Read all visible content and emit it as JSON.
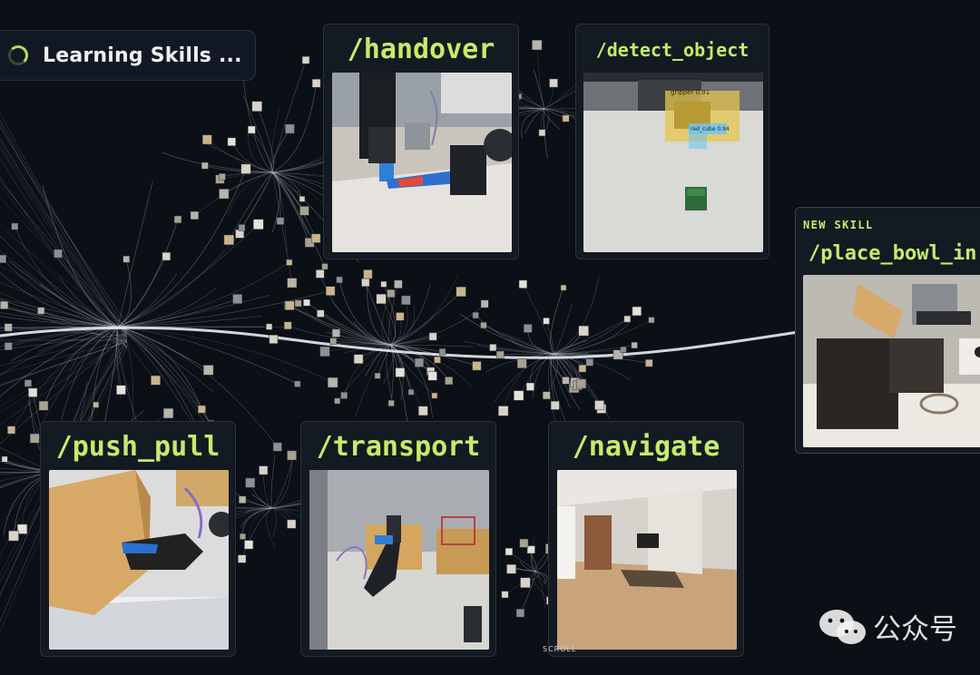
{
  "status": {
    "label": "Learning Skills ..."
  },
  "skills": [
    {
      "id": "handover",
      "title": "/handover"
    },
    {
      "id": "detect_object",
      "title": "/detect_object",
      "detections": [
        "gripper 0.91",
        "red_cube 0.94"
      ]
    },
    {
      "id": "place_bowl",
      "title": "/place_bowl_in",
      "tag": "NEW SKILL"
    },
    {
      "id": "push_pull",
      "title": "/push_pull"
    },
    {
      "id": "transport",
      "title": "/transport"
    },
    {
      "id": "navigate",
      "title": "/navigate"
    }
  ],
  "scroll_label": "SCROLL",
  "watermark": {
    "text": "公众号"
  },
  "colors": {
    "accent": "#c4ec6a",
    "background": "#0b0f16",
    "card": "#141a22"
  }
}
